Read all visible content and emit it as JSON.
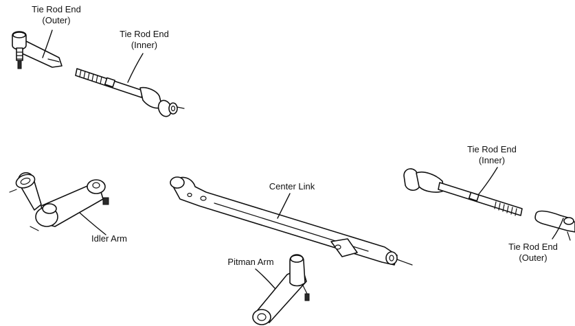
{
  "labels": {
    "tie_rod_outer_left": {
      "line1": "Tie Rod End",
      "line2": "(Outer)"
    },
    "tie_rod_inner_left": {
      "line1": "Tie Rod End",
      "line2": "(Inner)"
    },
    "tie_rod_inner_right": {
      "line1": "Tie Rod End",
      "line2": "(Inner)"
    },
    "tie_rod_outer_right": {
      "line1": "Tie Rod End",
      "line2": "(Outer)"
    },
    "center_link": "Center Link",
    "idler_arm": "Idler Arm",
    "pitman_arm": "Pitman Arm"
  }
}
